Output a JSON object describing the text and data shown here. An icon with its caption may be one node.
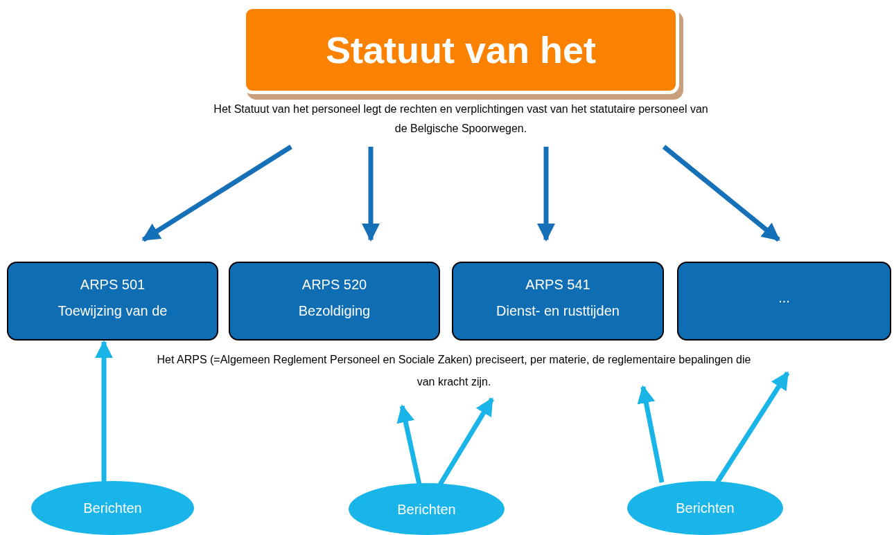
{
  "diagram": {
    "nodes": [
      {
        "text": [
          "Statuut van het",
          "Het Statuut van het personeel legt de rechten en verplichtingen vast van het statutaire personeel van de Belgische Spoorwegen."
        ]
      },
      {
        "text": [
          "ARPS 501",
          "Toewijzing van de"
        ]
      },
      {
        "text": [
          "ARPS 520",
          "Bezoldiging"
        ]
      },
      {
        "text": [
          "ARPS 541",
          "Dienst- en rusttijden"
        ]
      },
      {
        "text": [
          "..."
        ]
      },
      {
        "text": [
          "Berichten"
        ]
      },
      {
        "text": [
          "Berichten"
        ]
      },
      {
        "text": [
          "Berichten"
        ]
      }
    ],
    "edges": [
      {
        "from": 0,
        "to": 1,
        "arrow": "to",
        "color": "#1670b8"
      },
      {
        "from": 0,
        "to": 2,
        "arrow": "to",
        "color": "#1670b8"
      },
      {
        "from": 0,
        "to": 3,
        "arrow": "to",
        "color": "#1670b8"
      },
      {
        "from": 0,
        "to": 4,
        "arrow": "to",
        "color": "#1670b8"
      },
      {
        "from": 5,
        "to": 1,
        "arrow": "to"
      },
      {
        "from": 6,
        "to": 2,
        "arrow": "to"
      },
      {
        "from": 6,
        "to": 3,
        "arrow": "to"
      },
      {
        "from": 7,
        "to": 3,
        "arrow": "to"
      },
      {
        "from": 7,
        "to": 4,
        "arrow": "to"
      }
    ],
    "labels": [
      "Het ARPS (=Algemeen Reglement Personeel en Sociale Zaken) preciseert, per materie, de reglementaire bepalingen die van kracht zijn."
    ]
  }
}
